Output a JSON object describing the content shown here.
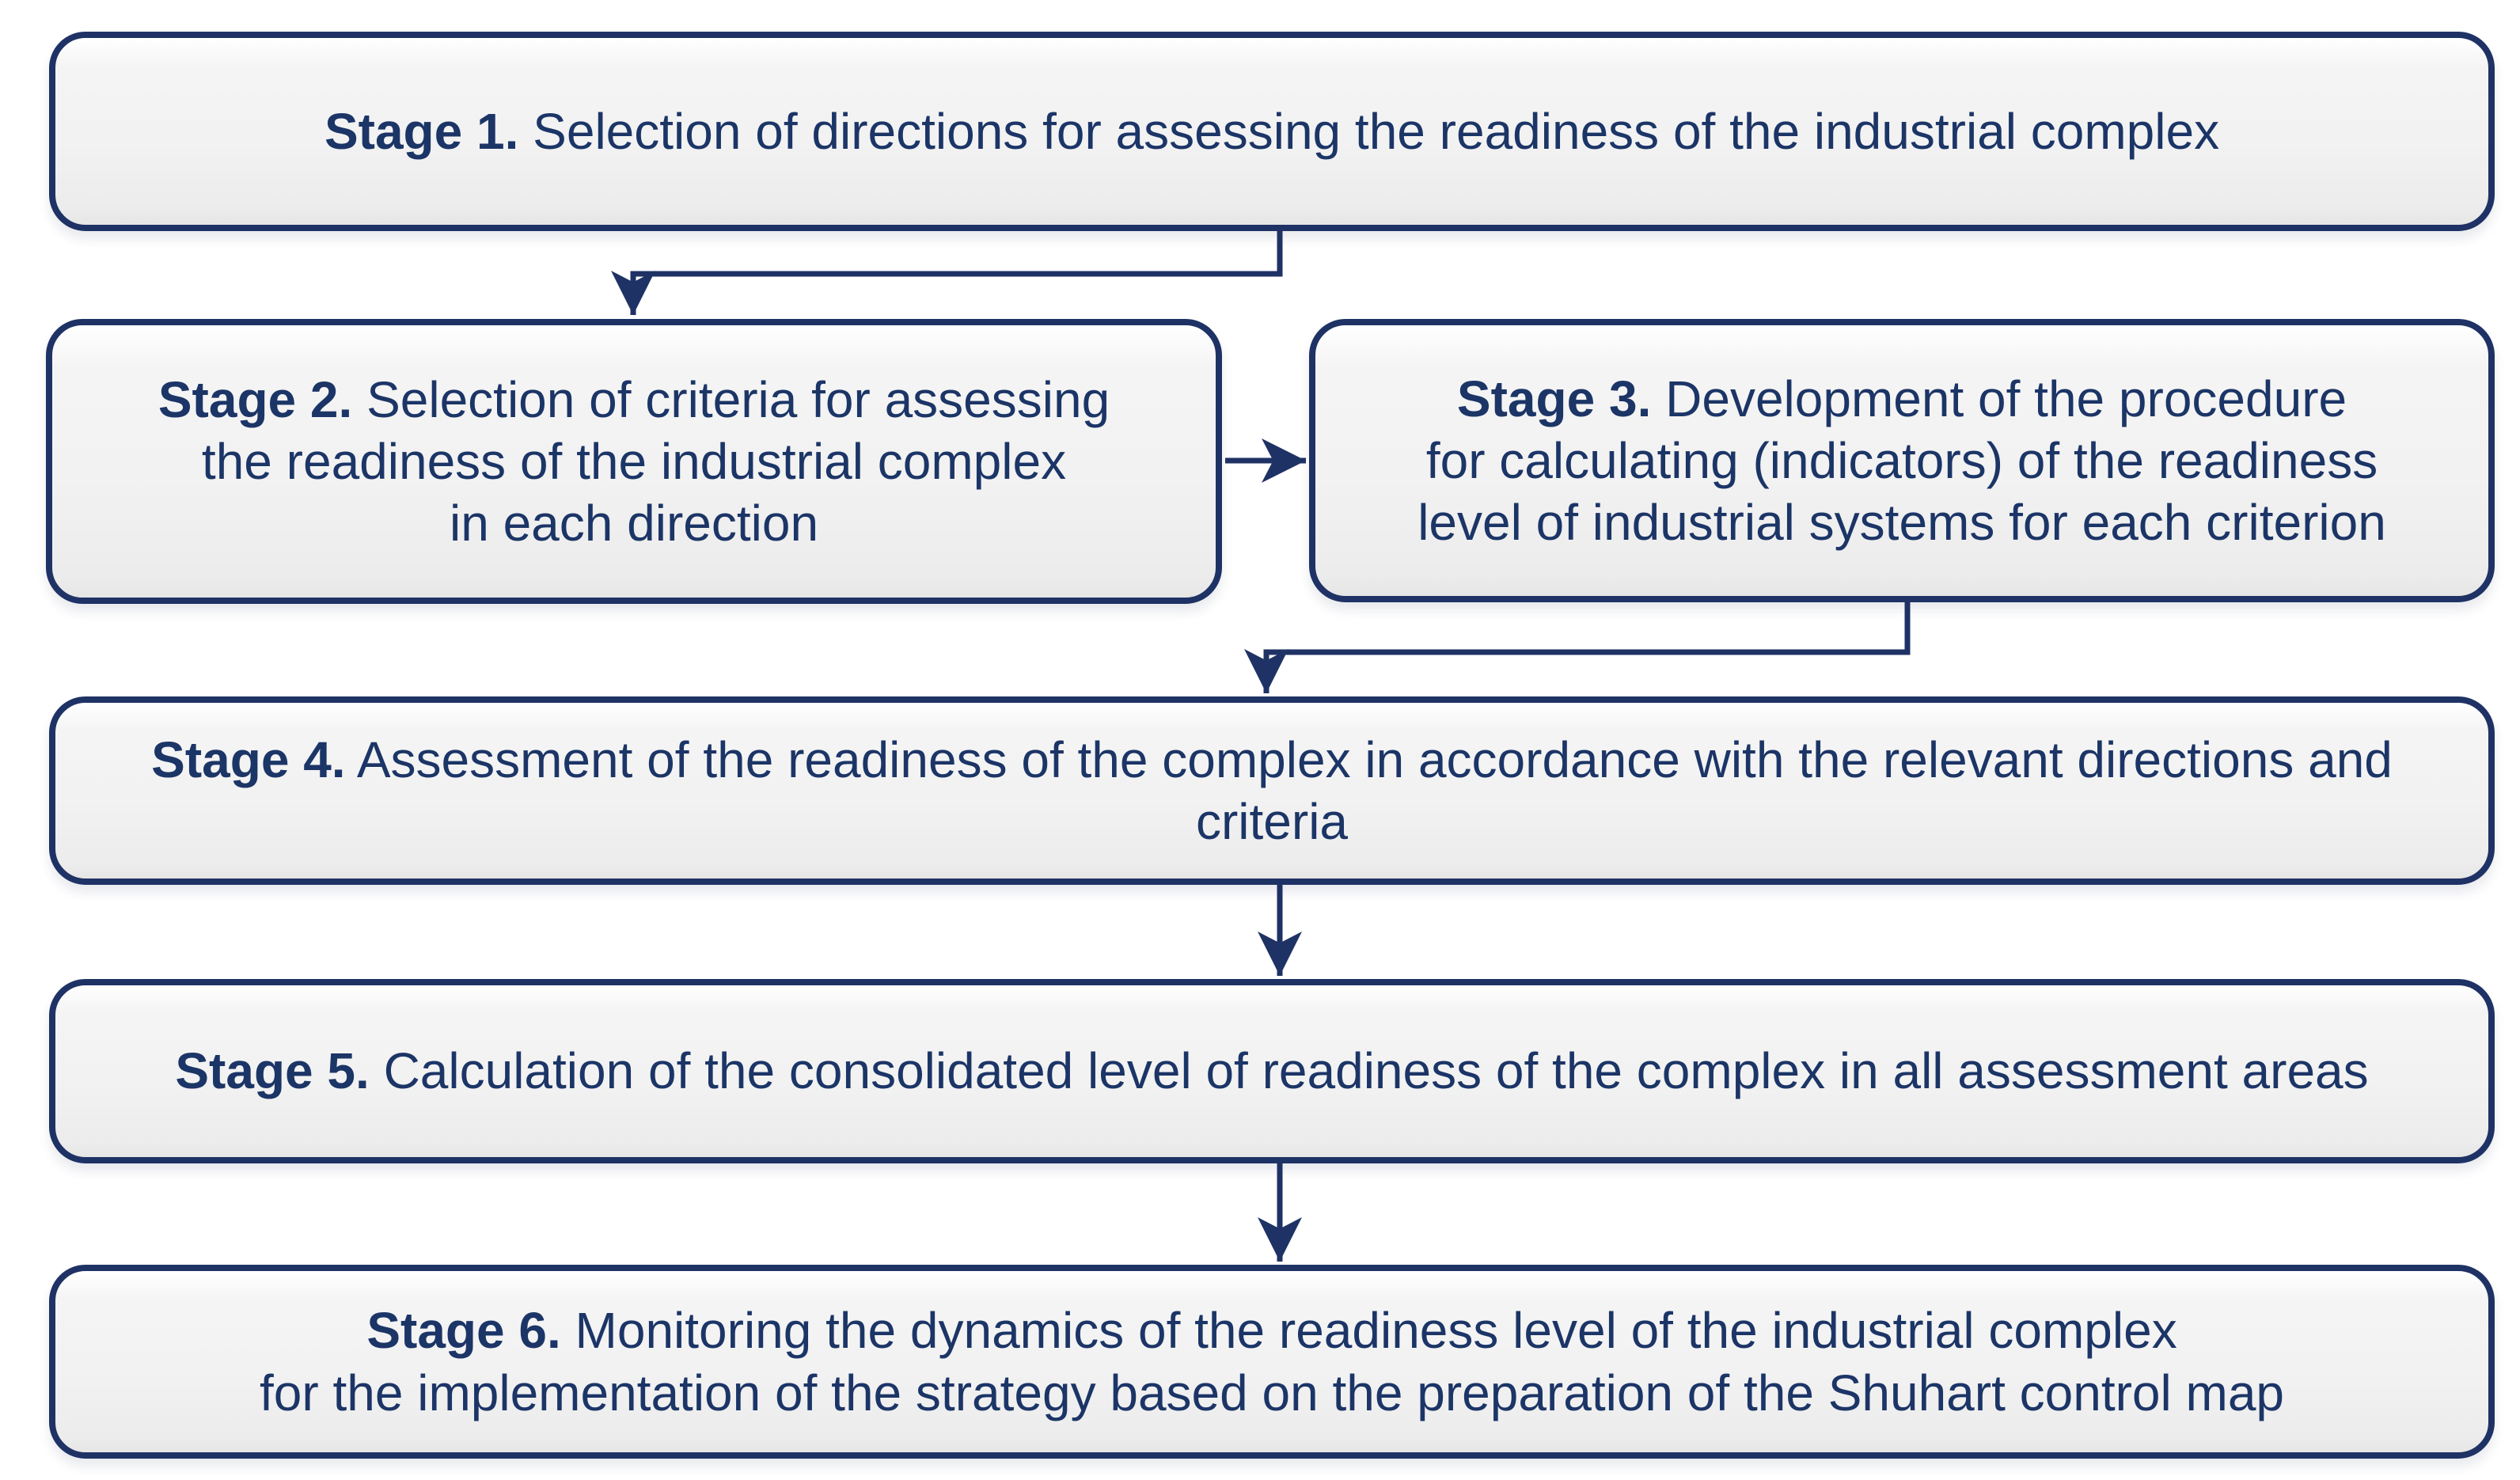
{
  "diagram": {
    "type": "flowchart",
    "description": "Six-stage process flow for assessing the readiness of an industrial complex",
    "colors": {
      "line": "#1f3265",
      "text": "#1c3567",
      "box-fill": "#f2f2f2",
      "box-border": "#1f3265",
      "page-bg": "#ffffff"
    },
    "stages": [
      {
        "label": "Stage 1.",
        "text": "Selection of directions for assessing the readiness of the industrial complex"
      },
      {
        "label": "Stage 2.",
        "text": "Selection of criteria for assessing\nthe readiness of the industrial complex\nin each direction"
      },
      {
        "label": "Stage 3.",
        "text": "Development of the procedure\nfor calculating (indicators) of the readiness\nlevel of industrial systems for each criterion"
      },
      {
        "label": "Stage 4.",
        "text": "Assessment of the readiness of the complex in accordance with the relevant directions and criteria"
      },
      {
        "label": "Stage 5.",
        "text": "Calculation of the consolidated level of readiness of the complex in all assessment areas"
      },
      {
        "label": "Stage 6.",
        "text": "Monitoring the dynamics of the readiness level of the industrial complex\nfor the implementation of the strategy based on the preparation of the Shuhart control map"
      }
    ],
    "connectors": [
      {
        "from": "stage-1",
        "to": "stage-2",
        "shape": "elbow-down-left-down-arrow"
      },
      {
        "from": "stage-2",
        "to": "stage-3",
        "shape": "straight-right-arrow"
      },
      {
        "from": "stage-3",
        "to": "stage-4",
        "shape": "elbow-down-left-down-arrow"
      },
      {
        "from": "stage-4",
        "to": "stage-5",
        "shape": "straight-down-arrow"
      },
      {
        "from": "stage-5",
        "to": "stage-6",
        "shape": "straight-down-arrow"
      }
    ]
  }
}
